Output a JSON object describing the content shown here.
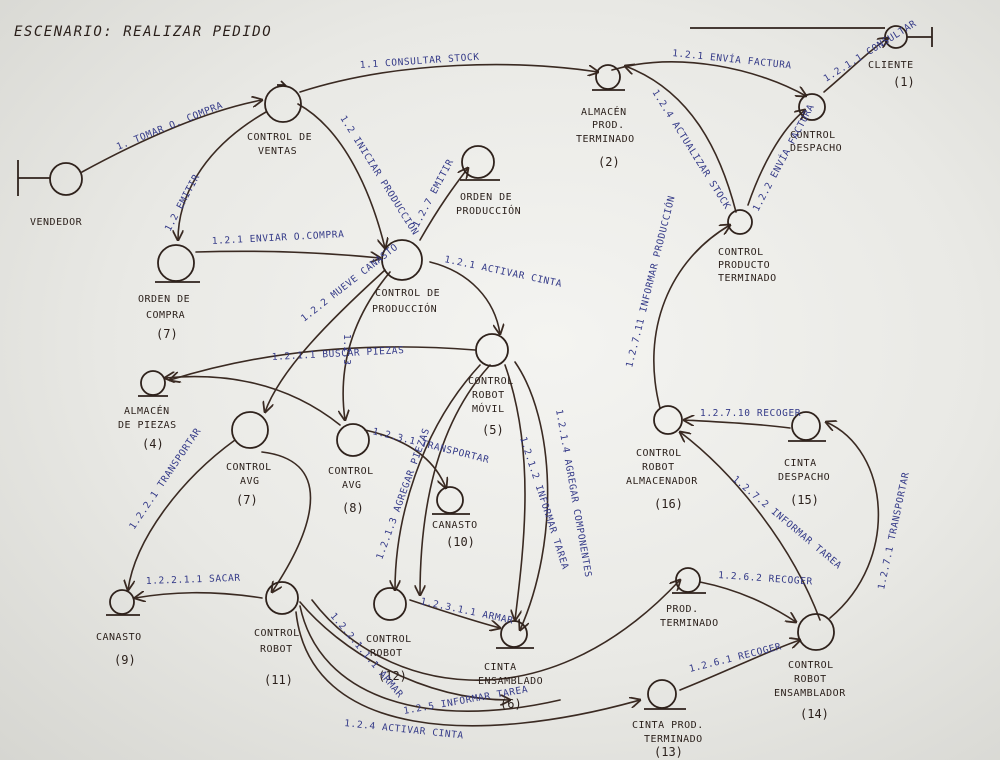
{
  "title": "ESCENARIO: REALIZAR PEDIDO",
  "nodes": {
    "vendedor": {
      "label": "VENDEDOR"
    },
    "cliente": {
      "label": "CLIENTE",
      "num": "(1)"
    },
    "control_ventas": {
      "label1": "CONTROL DE",
      "label2": "VENTAS"
    },
    "orden_compra": {
      "label1": "ORDEN DE",
      "label2": "COMPRA",
      "num": "(7)"
    },
    "almacen_prod_term": {
      "label1": "ALMACÉN",
      "label2": "PROD.",
      "label3": "TERMINADO",
      "num": "(2)"
    },
    "control_despacho": {
      "label1": "CONTROL",
      "label2": "DESPACHO"
    },
    "orden_produccion": {
      "label1": "ORDEN DE",
      "label2": "PRODUCCIÓN"
    },
    "control_produccion": {
      "label1": "CONTROL DE",
      "label2": "PRODUCCIÓN"
    },
    "control_prod_term": {
      "label1": "CONTROL",
      "label2": "PRODUCTO",
      "label3": "TERMINADO"
    },
    "almacen_piezas": {
      "label1": "ALMACÉN",
      "label2": "DE PIEZAS",
      "num": "(4)"
    },
    "control_robot_movil": {
      "label1": "CONTROL",
      "label2": "ROBOT",
      "label3": "MÓVIL",
      "num": "(5)"
    },
    "control_agv_7": {
      "label1": "CONTROL",
      "label2": "AVG",
      "num": "(7)"
    },
    "control_agv_8": {
      "label1": "CONTROL",
      "label2": "AVG",
      "num": "(8)"
    },
    "canasto_10": {
      "label": "CANASTO",
      "num": "(10)"
    },
    "canasto_9": {
      "label": "CANASTO",
      "num": "(9)"
    },
    "control_robot_11": {
      "label1": "CONTROL",
      "label2": "ROBOT",
      "num": "(11)"
    },
    "control_robot_12": {
      "label1": "CONTROL",
      "label2": "ROBOT",
      "num": "(12)"
    },
    "cinta_ensamblado": {
      "label1": "CINTA",
      "label2": "ENSAMBLADO",
      "num": "(6)"
    },
    "control_robot_alm": {
      "label1": "CONTROL",
      "label2": "ROBOT",
      "label3": "ALMACENADOR",
      "num": "(16)"
    },
    "cinta_despacho": {
      "label1": "CINTA",
      "label2": "DESPACHO",
      "num": "(15)"
    },
    "prod_terminado": {
      "label1": "PROD.",
      "label2": "TERMINADO"
    },
    "control_robot_ens": {
      "label1": "CONTROL",
      "label2": "ROBOT",
      "label3": "ENSAMBLADOR",
      "num": "(14)"
    },
    "cinta_prod_term": {
      "label1": "CINTA PROD.",
      "label2": "TERMINADO",
      "num": "(13)"
    }
  },
  "messages": {
    "m1": "1. TOMAR O. COMPRA",
    "m1_1": "1.1 CONSULTAR STOCK",
    "m1_2_1": "1.2.1 ENVÍA FACTURA",
    "m1_2_1_1": "1.2.1.1 CONSULTAR",
    "m1_2_4": "1.2.4 ACTUALIZAR STOCK",
    "m1_2_2": "1.2.2 ENVÍA FACTURA",
    "m1_2_emite": "1.2 EMITIR",
    "m1_2_iniciar": "1.2 INICIAR PRODUCCIÓN",
    "m1_2_1_enviar": "1.2.1 ENVIAR O.COMPRA",
    "m1_2_7_emitir": "1.2.7 EMITIR",
    "m1_2_1_activar": "1.2.1 ACTIVAR CINTA",
    "m1_2_2_mueve": "1.2.2 MUEVE CANASTO",
    "m1_2_1_1_buscar": "1.2.1.1 BUSCAR PIEZAS",
    "m1_2_3": "1.2.3",
    "m1_2_2_1_transportar": "1.2.2.1 TRANSPORTAR",
    "m1_2_3_1_transportar": "1.2.3.1 TRANSPORTAR",
    "m1_2_2_1_1_sacar": "1.2.2.1.1 SACAR",
    "m1_2_1_2_informar": "1.2.1.2 INFORMAR TAREA",
    "m1_2_1_4_agregar": "1.2.1.4 AGREGAR COMPONENTES",
    "m1_2_3_1_1_armar": "1.2.3.1.1 ARMAR",
    "m1_2_1_3": "1.2.1.3 AGREGAR PIEZAS",
    "m1_2_7_11_informar": "1.2.7.11 INFORMAR PRODUCCIÓN",
    "m1_2_7_10_recoger": "1.2.7.10 RECOGER",
    "m1_2_7_2_informar": "1.2.7.2 INFORMAR TAREA",
    "m1_2_7_1_transportar": "1.2.7.1 TRANSPORTAR",
    "m1_2_6_2_recoger": "1.2.6.2 RECOGER",
    "m1_2_6_1_recoger": "1.2.6.1 RECOGER",
    "m1_2_5_informar": "1.2.5 INFORMAR TAREA",
    "m1_2_4_activar": "1.2.4 ACTIVAR CINTA",
    "m1_2_2_1_1_1_armar": "1.2.2.1.1.1 ARMAR"
  }
}
